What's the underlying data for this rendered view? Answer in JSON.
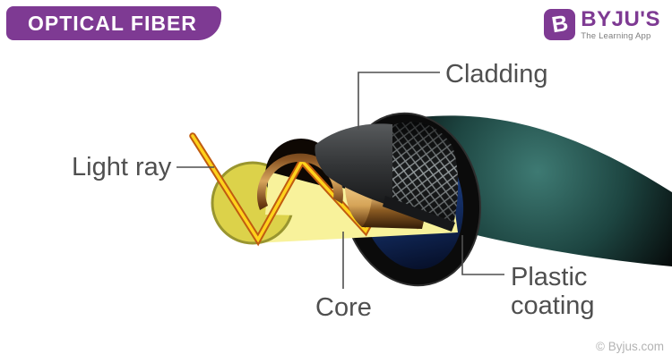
{
  "header": {
    "title": "OPTICAL FIBER"
  },
  "brand": {
    "name": "BYJU'S",
    "tagline": "The Learning App",
    "logo_letter": "B"
  },
  "labels": {
    "cladding": "Cladding",
    "light_ray": "Light ray",
    "core": "Core",
    "plastic_coating_line1": "Plastic",
    "plastic_coating_line2": "coating"
  },
  "footer": {
    "copyright": "© Byjus.com"
  },
  "colors": {
    "brand_purple": "#7e3a93",
    "label_gray": "#4f4f4f",
    "beam_yellow": "#f8f29b",
    "beam_face_yellow": "#dcd24a",
    "beam_face_border": "#99952f",
    "ray_yellow": "#ffd21c",
    "ray_outline": "#c05c10",
    "jacket_teal": "#3e7a73",
    "core_copper": "#c08440",
    "inner_navy": "#16336e"
  }
}
